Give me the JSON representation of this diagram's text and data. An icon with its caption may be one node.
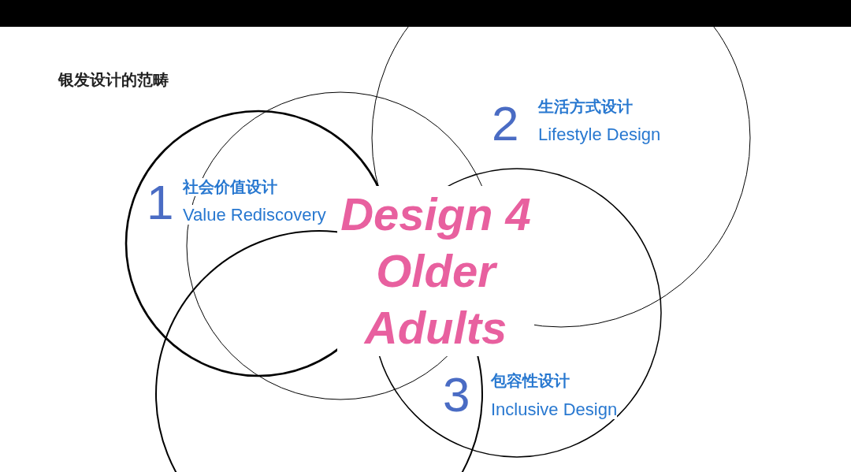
{
  "diagram": {
    "title": "银发设计的范畴",
    "labels": [
      "1",
      "社会价值设计",
      "Value Rediscovery",
      "2",
      "生活方式设计",
      "Lifestyle Design",
      "3",
      "包容性设计",
      "Inclusive Design",
      "Design 4 Older Adults"
    ]
  }
}
